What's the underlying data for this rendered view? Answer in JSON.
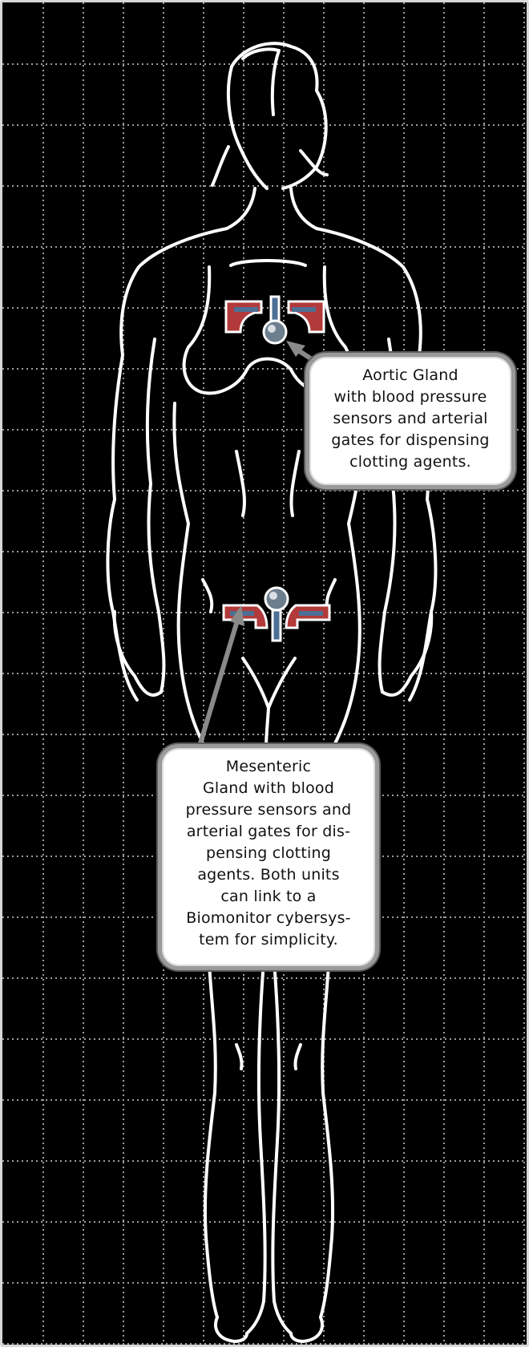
{
  "diagram": {
    "callouts": {
      "aortic": {
        "lines": [
          "Aortic Gland",
          "with blood pressure",
          "sensors and arterial",
          "gates for dispensing",
          "clotting agents."
        ]
      },
      "mesenteric": {
        "lines": [
          "Mesenteric",
          "Gland with blood",
          "pressure sensors and",
          "arterial gates for dis-",
          "pensing clotting",
          "agents. Both units",
          "can link to a",
          "Biomonitor cybersys-",
          "tem for simplicity."
        ]
      }
    },
    "icons": {
      "aortic_gland": "aortic-gland-implant-icon",
      "mesenteric_gland": "mesenteric-gland-implant-icon"
    },
    "colors": {
      "background": "#000000",
      "grid": "#bdbdbd",
      "outline": "#ffffff",
      "implant_red": "#b23a3a",
      "implant_blue": "#4d6f95",
      "callout_border": "#9a9a9a"
    }
  }
}
